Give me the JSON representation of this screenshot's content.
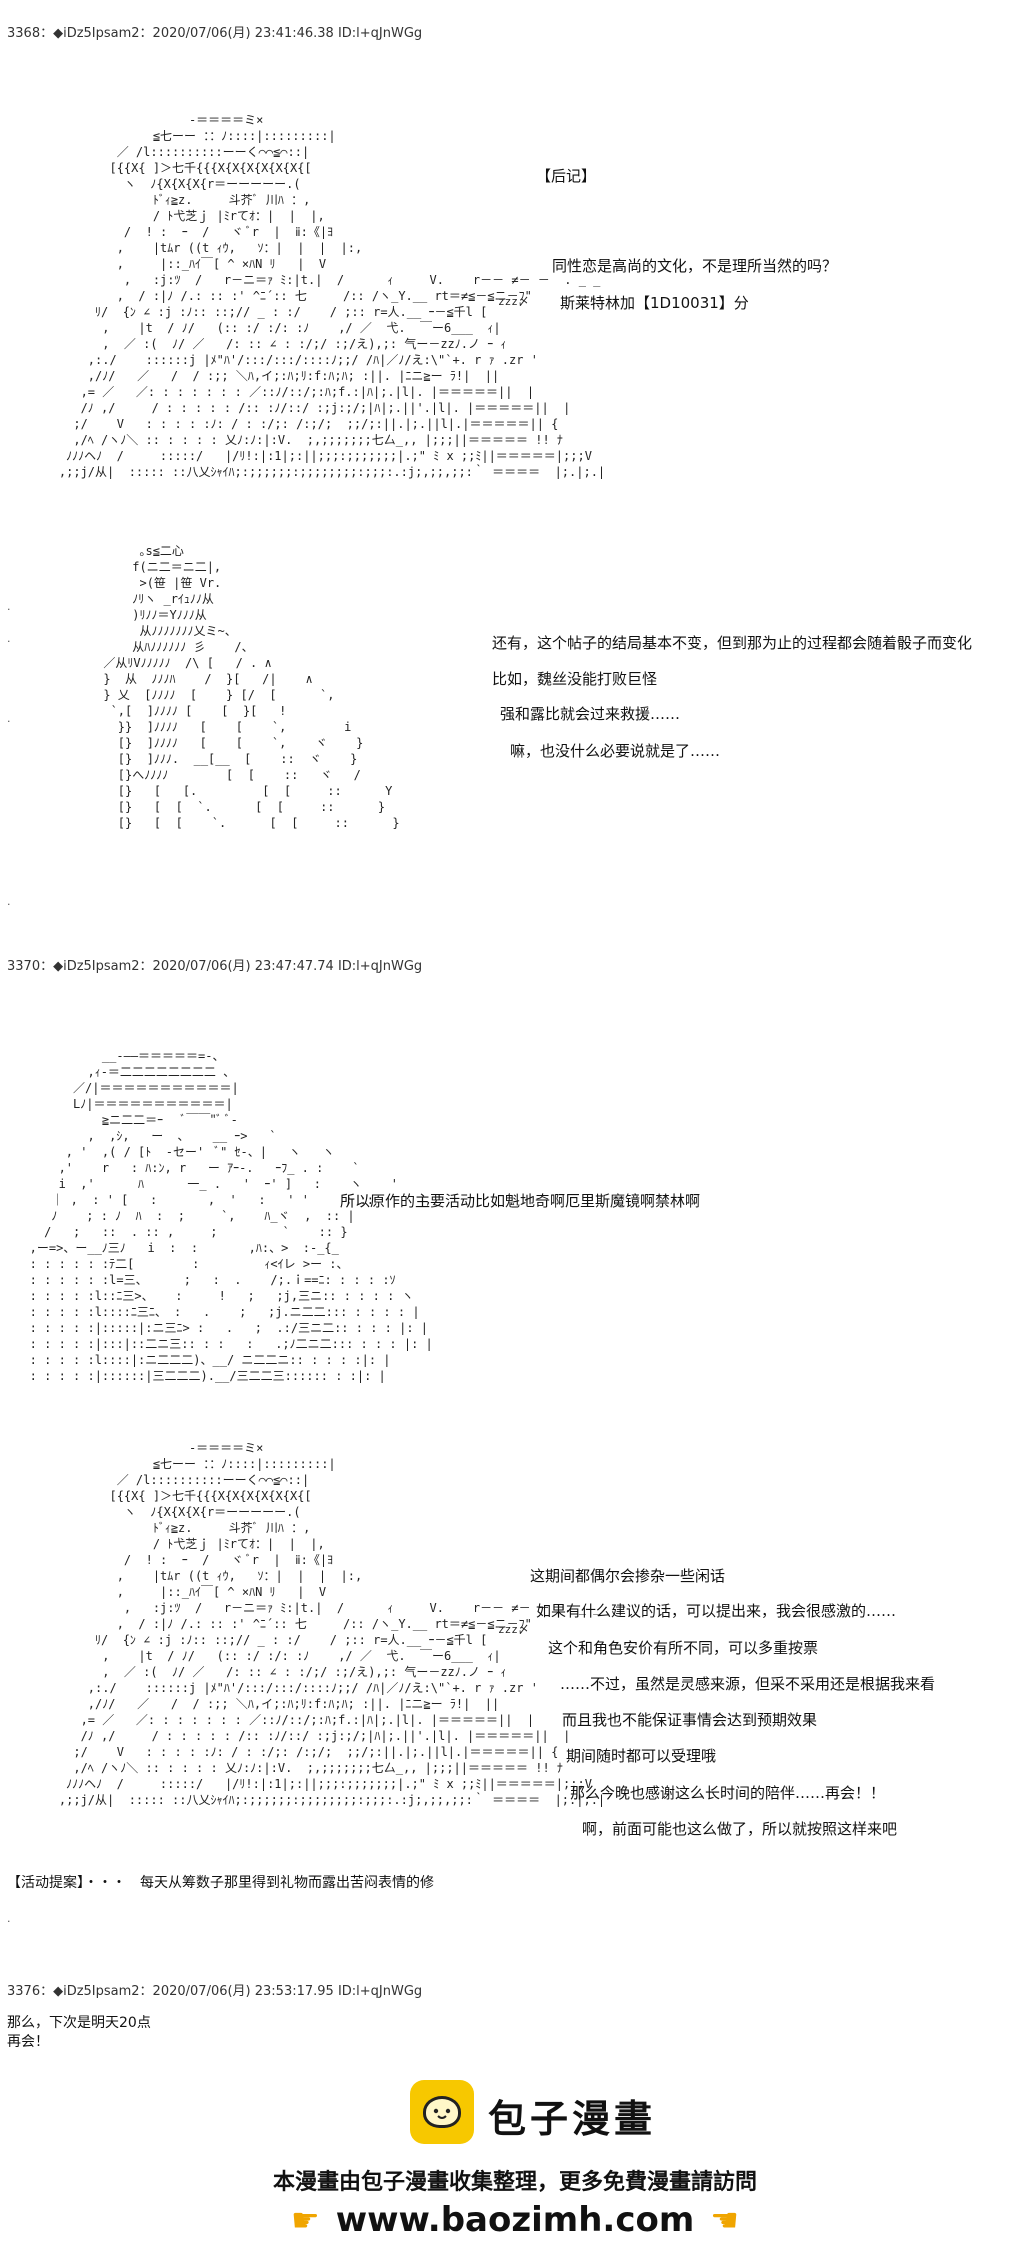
{
  "posts": [
    {
      "header": "3368：◆iDz5Ipsam2：2020/07/06(月) 23:41:46.38 ID:l+qJnWGg"
    },
    {
      "header": "3370：◆iDz5Ipsam2：2020/07/06(月) 23:47:47.74 ID:l+qJnWGg"
    },
    {
      "header": "3376：◆iDz5Ipsam2：2020/07/06(月) 23:53:17.95 ID:l+qJnWGg"
    }
  ],
  "section1": {
    "houki": "【后记】",
    "line1": "同性恋是高尚的文化，不是理所当然的吗？",
    "line2": "斯莱特林加【1D10031】分",
    "zzz": "zzz〆"
  },
  "section2": {
    "lines": [
      "还有，这个帖子的结局基本不变，但到那为止的过程都会随着骰子而变化",
      "比如，魏丝没能打败巨怪",
      "强和露比就会过来救援……",
      "嘛，也没什么必要说就是了……"
    ]
  },
  "section3": {
    "line": "所以原作的主要活动比如魁地奇啊厄里斯魔镜啊禁林啊"
  },
  "section4": {
    "zzz": "zzz〆",
    "lines": [
      "这期间都偶尔会掺杂一些闲话",
      "如果有什么建议的话，可以提出来，我会很感激的……",
      "这个和角色安价有所不同，可以多重按票",
      "……不过，虽然是灵感来源，但采不采用还是根据我来看",
      "而且我也不能保证事情会达到预期效果",
      "期间随时都可以受理哦",
      "那么今晚也感谢这么长时间的陪伴……再会！！",
      "啊，前面可能也这么做了，所以就按照这样来吧"
    ],
    "activity": "【活动提案】・・・　每天从筹数子那里得到礼物而露出苦闷表情的修"
  },
  "section5": {
    "line1": "那么，下次是明天20点",
    "line2": "再会！"
  },
  "footer": {
    "brand": "包子漫畫",
    "notice": "本漫畫由包子漫畫收集整理，更多免費漫畫請訪問",
    "url": "www.baozimh.com",
    "hand_icon": "pointing-hand-icon"
  }
}
